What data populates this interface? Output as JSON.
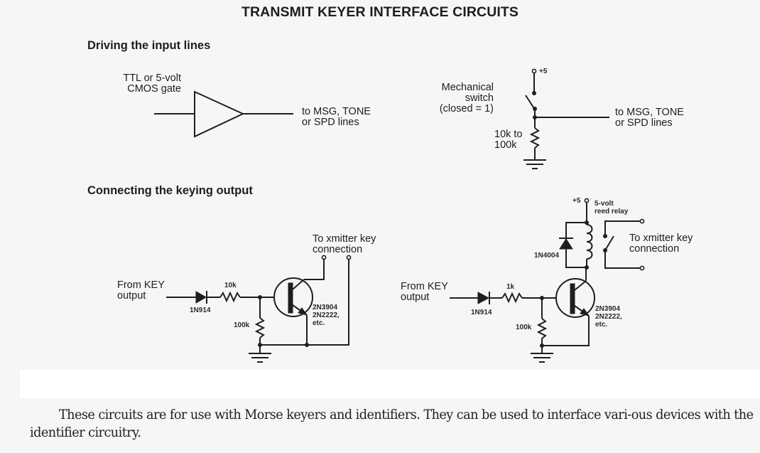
{
  "title": "TRANSMIT KEYER INTERFACE CIRCUITS",
  "sections": {
    "driving": {
      "heading": "Driving the input lines",
      "gate_circuit": {
        "input_label_line1": "TTL or 5-volt",
        "input_label_line2": "CMOS gate",
        "output_label_line1": "to MSG, TONE",
        "output_label_line2": "or SPD lines"
      },
      "switch_circuit": {
        "supply_label": "+5",
        "switch_label_line1": "Mechanical",
        "switch_label_line2": "switch",
        "switch_label_line3": "(closed = 1)",
        "resistor_label_line1": "10k to",
        "resistor_label_line2": "100k",
        "output_label_line1": "to MSG, TONE",
        "output_label_line2": "or SPD lines"
      }
    },
    "keying": {
      "heading": "Connecting the keying output",
      "direct_circuit": {
        "input_label_line1": "From KEY",
        "input_label_line2": "output",
        "diode_label": "1N914",
        "series_resistor_label": "10k",
        "pulldown_resistor_label": "100k",
        "transistor_label_line1": "2N3904",
        "transistor_label_line2": "2N2222,",
        "transistor_label_line3": "etc.",
        "output_label_line1": "To xmitter key",
        "output_label_line2": "connection"
      },
      "relay_circuit": {
        "input_label_line1": "From KEY",
        "input_label_line2": "output",
        "diode_label": "1N914",
        "series_resistor_label": "1k",
        "pulldown_resistor_label": "100k",
        "transistor_label_line1": "2N3904",
        "transistor_label_line2": "2N2222,",
        "transistor_label_line3": "etc.",
        "supply_label": "+5",
        "relay_label_line1": "5-volt",
        "relay_label_line2": "reed relay",
        "flyback_diode_label": "1N4004",
        "output_label_line1": "To xmitter key",
        "output_label_line2": "connection"
      }
    }
  },
  "body_text": "These circuits are for use with Morse keyers and identifiers. They can be used to interface vari-ous devices with the identifier circuitry."
}
